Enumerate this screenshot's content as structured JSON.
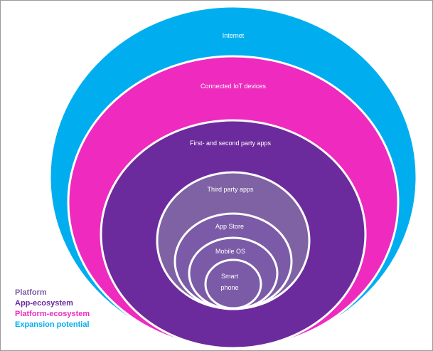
{
  "diagram": {
    "colors": {
      "internet": "#00AEEF",
      "iot": "#EE2BBE",
      "first_second": "#6C2B9C",
      "third_party": "#7F62A3",
      "inner": "#7B5BA8",
      "outline": "#ffffff"
    },
    "rings": {
      "internet": "Internet",
      "iot": "Connected IoT devices",
      "first_second": "First- and second party apps",
      "third_party": "Third party apps",
      "app_store": "App Store",
      "mobile_os": "Mobile OS",
      "smartphone_line1": "Smart",
      "smartphone_line2": "phone"
    }
  },
  "legend": {
    "platform": {
      "label": "Platform",
      "color": "#7B5BA8"
    },
    "app_ecosystem": {
      "label": "App-ecosystem",
      "color": "#6C2B9C"
    },
    "platform_ecosystem": {
      "label": "Platform-ecosystem",
      "color": "#EE2BBE"
    },
    "expansion_potential": {
      "label": "Expansion potential",
      "color": "#00AEEF"
    }
  }
}
